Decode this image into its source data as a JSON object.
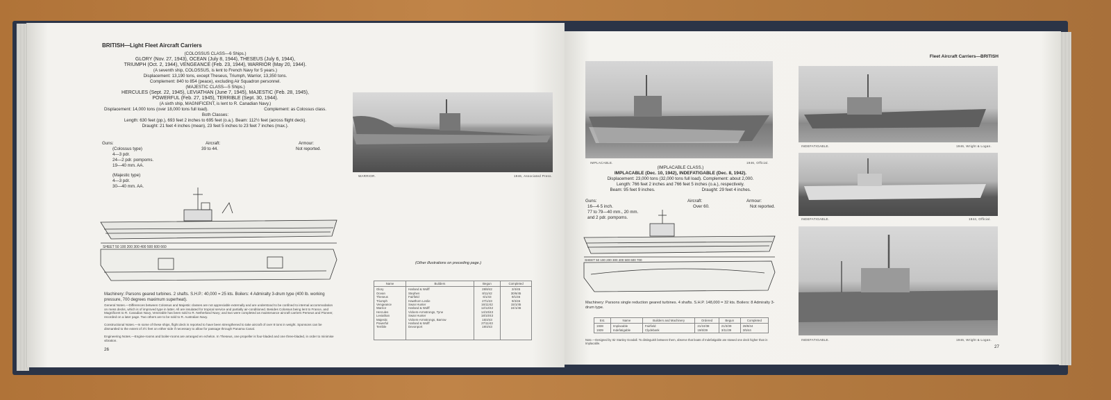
{
  "left_page": {
    "heading": "BRITISH—Light Fleet Aircraft Carriers",
    "colossus_class": "(COLOSSUS CLASS—6 Ships.)",
    "colossus_line1": "GLORY (Nov. 27, 1943), OCEAN (July 8, 1944), THESEUS (July 6, 1944),",
    "colossus_line2": "TRIUMPH (Oct. 2, 1944), VENGEANCE (Feb. 23, 1944), WARRIOR (May 20, 1944).",
    "colossus_seventh": "(A seventh ship, COLOSSUS, is lent to French Navy for 5 years.)",
    "colossus_displacement": "Displacement: 13,190 tons, except Theseus, Triumph, Warrior, 13,350 tons.",
    "colossus_complement": "Complement: 840 to 854 (peace), excluding Air Squadron personnel.",
    "majestic_class": "(MAJESTIC CLASS—5 Ships.)",
    "majestic_line1": "HERCULES (Sept. 22, 1945), LEVIATHAN (June 7, 1945), MAJESTIC (Feb. 28, 1945),",
    "majestic_line2": "POWERFUL (Feb. 27, 1945), TERRIBLE (Sept. 30, 1944).",
    "majestic_sixth": "(A sixth ship, MAGNIFICENT, is lent to R. Canadian Navy.)",
    "majestic_displacement": "Displacement: 14,000 tons (over 18,000 tons full load).",
    "majestic_complement": "Complement: as Colossus class.",
    "both_classes": "Both Classes:",
    "length": "Length: 630 feet (pp.), 693 feet 2 inches to 695 feet (o.a.).   Beam: 112½ feet (across flight deck).",
    "draught": "Draught: 21 feet 4 inches (mean), 23 feet 5 inches to 23 feet 7 inches (max.).",
    "guns_label": "Guns:",
    "aircraft_label": "Aircraft:",
    "armour_label": "Armour:",
    "aircraft_value": "39 to 44.",
    "armour_value": "Not reported.",
    "guns": [
      "(Colossus type)",
      "4—3 pdr.",
      "24—2 pdr. pompoms.",
      "19—40 mm. AA.",
      "",
      "(Majestic type)",
      "4—3 pdr.",
      "30—40 mm. AA."
    ],
    "photo_caption": "WARRIOR.",
    "photo_credit": "1946, Associated Press.",
    "other_illustrations": "(Other illustrations on preceding page.)",
    "machinery": "Machinery: Parsons geared turbines. 2 shafts. S.H.P.: 40,000 = 25 kts. Boilers: 4 Admiralty 3-drum type (400 lb. working pressure, 700 degrees maximum superheat).",
    "general_notes": "General Notes.—Differences between Colossus and Majestic classes are not appreciable externally and are understood to be confined to internal accommodation on mess decks, which is of improved type in latter. All are insulated for tropical service and partially air-conditioned. Besides Colossus being lent to France, and Magnificent to R. Canadian Navy, Venerable has been sold to R. Netherland Navy; and two were completed as maintenance aircraft carriers Perseus and Pioneer, recorded on a later page. Two others are to be sold to R. Australian Navy.",
    "constructional_notes": "Constructional Notes.—In some of these ships, flight deck is reported to have been strengthened to take aircraft of over 8 tons in weight. Sponsons can be dismantled to the extent of 3½ feet on either side if necessary to allow for passage through Panama Canal.",
    "engineering_notes": "Engineering Notes.—Engine-rooms and boiler-rooms are arranged en echelon. In Theseus, one propeller is four-bladed and one three-bladed, in order to minimise vibration.",
    "page_number": "26",
    "table": {
      "headers": [
        "Name",
        "Builders",
        "Begun",
        "Completed"
      ],
      "rows": [
        [
          "Glory",
          "Harland & Wolff",
          "28/8/42",
          "2/4/45"
        ],
        [
          "Ocean",
          "Stephen",
          "8/11/42",
          "30/6/45"
        ],
        [
          "Theseus",
          "Fairfield",
          "6/1/43",
          "9/1/46"
        ],
        [
          "Triumph",
          "Hawthorn Leslie",
          "27/1/43",
          "9/4/46"
        ],
        [
          "Vengeance",
          "Swan Hunter",
          "16/11/42",
          "15/1/45"
        ],
        [
          "Warrior",
          "Harland & Wolff",
          "12/12/42",
          "24/1/46"
        ],
        [
          "Hercules",
          "Vickers-Armstrongs, Tyne",
          "14/10/43",
          ""
        ],
        [
          "Leviathan",
          "Swan Hunter",
          "18/10/43",
          ""
        ],
        [
          "Majestic",
          "Vickers-Armstrongs, Barrow",
          "15/4/43",
          ""
        ],
        [
          "Powerful",
          "Harland & Wolff",
          "27/11/43",
          ""
        ],
        [
          "Terrible",
          "Devonport",
          "19/4/43",
          ""
        ]
      ]
    }
  },
  "right_page": {
    "running_head": "Fleet Aircraft Carriers—BRITISH",
    "photo1_caption": "IMPLACABLE.",
    "photo1_credit": "1946, Official.",
    "implacable_class": "(IMPLACABLE CLASS.)",
    "ships_line": "IMPLACABLE (Dec. 10, 1942), INDEFATIGABLE (Dec. 8, 1942).",
    "displacement": "Displacement: 23,000 tons (32,000 tons full load).   Complement: about 2,000.",
    "length": "Length: 766 feet 2 inches and 766 feet 5 inches (o.a.), respectively.",
    "beam": "Beam: 95 feet 9 inches.",
    "draught": "Draught: 29 feet 4 inches.",
    "guns_label": "Guns:",
    "aircraft_label": "Aircraft:",
    "armour_label": "Armour:",
    "guns": [
      "16—4·5 inch.",
      "77 to 79—40 mm., 20 mm.",
      "and 2 pdr. pompoms."
    ],
    "aircraft_value": "Over 60.",
    "armour_value": "Not reported.",
    "machinery": "Machinery: Parsons single reduction geared turbines. 4 shafts. S.H.P. 148,000 = 32 kts. Boilers: 8 Admiralty 3-drum type.",
    "table": {
      "headers": [
        "Est.",
        "Name",
        "Builders and Machinery",
        "Ordered",
        "Begun",
        "Completed"
      ],
      "rows": [
        [
          "1938\n1939",
          "Implacable\nIndefatigable",
          "Fairfield\nClydebank",
          "21/10/38\n19/6/39",
          "21/3/39\n3/11/39",
          "28/8/44\n3/5/44"
        ]
      ]
    },
    "note": "Note.—Designed by Sir Stanley Goodall. To distinguish between them, observe that boats of Indefatigable are stowed one deck higher than in Implacable.",
    "photo2_caption": "INDEFATIGABLE.",
    "photo2_credit": "1946, Wright & Logan.",
    "photo3_caption": "INDEFATIGABLE.",
    "photo3_credit": "1944, Official.",
    "photo4_caption": "INDEFATIGABLE.",
    "photo4_credit": "1946, Wright & Logan.",
    "page_number": "27"
  }
}
